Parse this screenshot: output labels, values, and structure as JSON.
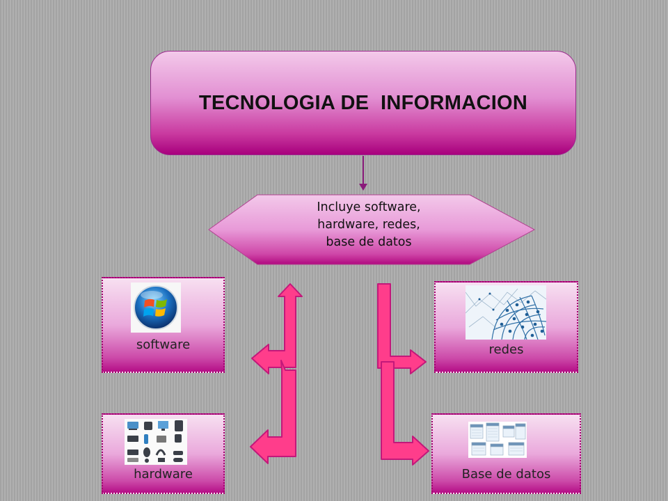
{
  "title": "TECNOLOGIA DE  INFORMACION",
  "center": {
    "lines": [
      "Incluye software,",
      "hardware, redes,",
      "base de datos"
    ]
  },
  "nodes": {
    "software": {
      "label": "software",
      "icon": "windows-logo-icon"
    },
    "redes": {
      "label": "redes",
      "icon": "network-globe-icon"
    },
    "hardware": {
      "label": "hardware",
      "icon": "hardware-devices-icon"
    },
    "database": {
      "label": "Base de datos",
      "icon": "database-tables-icon"
    }
  },
  "colors": {
    "title_top": "#f3c9ea",
    "title_bottom": "#a8007d",
    "arrow_fill": "#ff3d8b",
    "arrow_stroke": "#c2187a",
    "connector": "#8a1a7a",
    "node_border": "#a3006e"
  }
}
